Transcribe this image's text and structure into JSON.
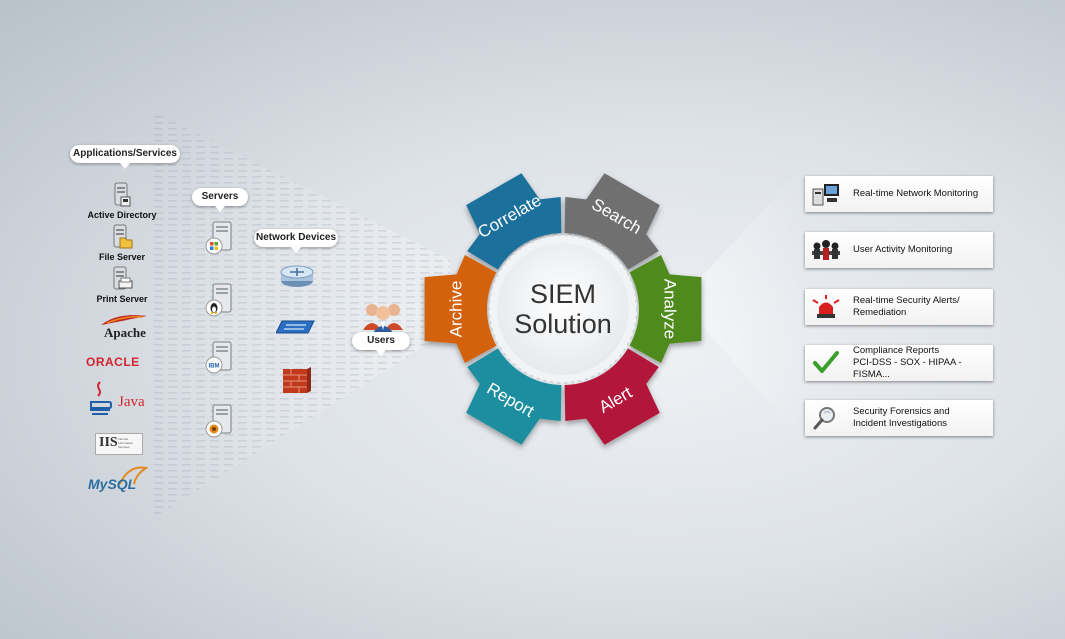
{
  "sources": {
    "applications_label": "Applications/Services",
    "servers_label": "Servers",
    "network_devices_label": "Network Devices",
    "users_label": "Users",
    "apps": [
      {
        "label": "Active Directory",
        "icon": "active-directory-icon"
      },
      {
        "label": "File Server",
        "icon": "file-server-icon"
      },
      {
        "label": "Print Server",
        "icon": "print-server-icon"
      }
    ],
    "logos": {
      "apache": "Apache",
      "oracle": "ORACLE",
      "java": "Java",
      "iis": "IIS",
      "iis_sub": "Internet Information Services",
      "mysql": "MySQL"
    },
    "server_badges": [
      "windows-logo-icon",
      "linux-logo-icon",
      "IBM",
      "generic-os-icon"
    ]
  },
  "gear": {
    "center_line1": "SIEM",
    "center_line2": "Solution",
    "segments": [
      {
        "label": "Correlate",
        "color": "#1f6f9c"
      },
      {
        "label": "Search",
        "color": "#6f6f6f"
      },
      {
        "label": "Analyze",
        "color": "#4f8a1e"
      },
      {
        "label": "Alert",
        "color": "#b3183a"
      },
      {
        "label": "Report",
        "color": "#1d8ea0"
      },
      {
        "label": "Archive",
        "color": "#d4620f"
      }
    ]
  },
  "features": [
    {
      "line1": "Real-time Network Monitoring",
      "line2": "",
      "icon": "network-monitor-icon"
    },
    {
      "line1": "User Activity Monitoring",
      "line2": "",
      "icon": "users-group-icon"
    },
    {
      "line1": "Real-time Security Alerts/",
      "line2": "Remediation",
      "icon": "alarm-siren-icon"
    },
    {
      "line1": "Compliance Reports",
      "line2": "PCI-DSS - SOX - HIPAA - FISMA...",
      "icon": "checkmark-icon"
    },
    {
      "line1": "Security Forensics and",
      "line2": "Incident Investigations",
      "icon": "magnifier-icon"
    }
  ],
  "colors": {
    "gear_ring": "#e9edf1",
    "center_fill": "#ffffff"
  }
}
